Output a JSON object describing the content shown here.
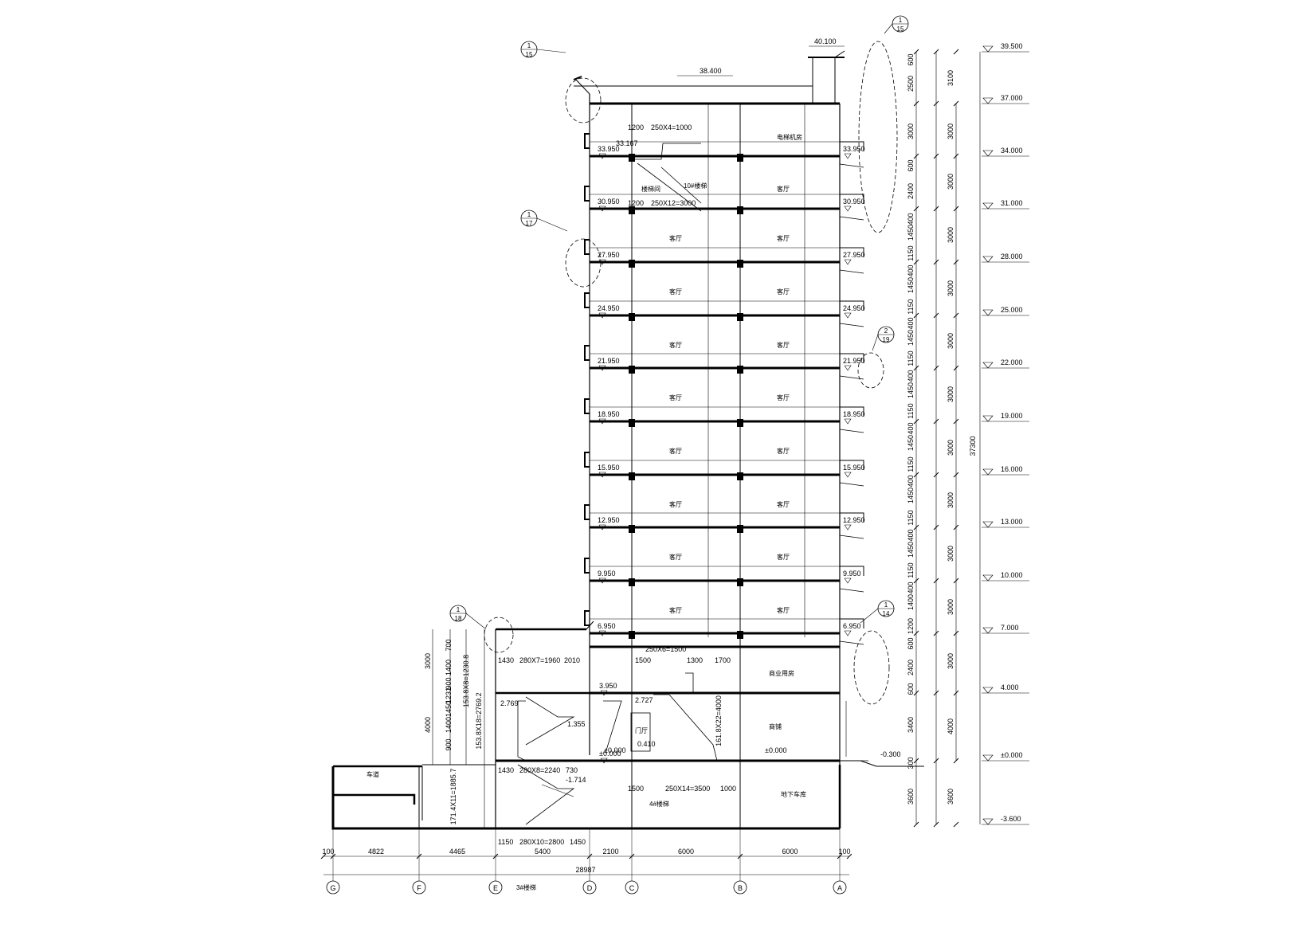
{
  "title_marks": {
    "top_left": {
      "num": "1",
      "den": "15"
    },
    "top_right": {
      "num": "1",
      "den": "15"
    },
    "mid_left": {
      "num": "1",
      "den": "17"
    },
    "right_mid": {
      "num": "2",
      "den": "19"
    },
    "right_low": {
      "num": "1",
      "den": "14"
    },
    "podium": {
      "num": "1",
      "den": "18"
    }
  },
  "top_levels": {
    "parapet": "38.400",
    "tower": "40.100"
  },
  "floors_left": [
    "33.950",
    "30.950",
    "27.950",
    "24.950",
    "21.950",
    "18.950",
    "15.950",
    "12.950",
    "9.950",
    "6.950",
    "3.950",
    "±0.000"
  ],
  "floors_right": [
    "33.950",
    "30.950",
    "27.950",
    "24.950",
    "21.950",
    "18.950",
    "15.950",
    "12.950",
    "9.950",
    "6.950"
  ],
  "right_levels": [
    "39.500",
    "37.000",
    "34.000",
    "31.000",
    "28.000",
    "25.000",
    "22.000",
    "19.000",
    "16.000",
    "13.000",
    "10.000",
    "7.000",
    "4.000",
    "±0.000",
    "-3.600"
  ],
  "dim_col1": [
    "600",
    "2500",
    "3000",
    "600",
    "2400",
    "400",
    "1450",
    "1150",
    "400",
    "1450",
    "1150",
    "400",
    "1450",
    "1150",
    "400",
    "1450",
    "1150",
    "400",
    "1450",
    "1150",
    "400",
    "1450",
    "1150",
    "400",
    "1450",
    "1150",
    "400",
    "1400",
    "1200",
    "600",
    "2400",
    "600",
    "3400",
    "300",
    "3600"
  ],
  "dim_col2": [
    "3100",
    "3000",
    "3000",
    "3000",
    "3000",
    "3000",
    "3000",
    "3000",
    "3000",
    "3000",
    "3000",
    "3000",
    "4000",
    "3600"
  ],
  "total_height": "37300",
  "ground_right": "-0.300",
  "rooms": {
    "roof": "电梯机房",
    "upper_left": "楼梯间",
    "typical": "客厅",
    "floor2": "商业用房",
    "floor1": "商铺",
    "basement": "地下车库",
    "ramp": "车道",
    "lobby": "门厅"
  },
  "stair_dims": {
    "s1": "1200",
    "s2": "250X4=1000",
    "s3": "33.167",
    "s4": "1200",
    "s5": "250X12=3000",
    "s6": "10#楼梯",
    "p1": "1430",
    "p2": "280X7=1960",
    "p3": "2010",
    "p4": "2.769",
    "p5": "1.355",
    "p6": "1430",
    "p7": "280X8=2240",
    "p8": "730",
    "p9": "-1.714",
    "p10": "1150",
    "p11": "280X10=2800",
    "p12": "1450",
    "c1": "1500",
    "c2": "250X6=1500",
    "c3": "1300",
    "c4": "1700",
    "c5": "2.727",
    "c6": "0.410",
    "c7": "1500",
    "c8": "250X14=3500",
    "c9": "1000",
    "c10": "4#楼梯",
    "c11": "3#楼梯",
    "v1": "161.8X22=4000",
    "v2": "153.8X8=1230.8",
    "v3": "153.8X18=2769.2",
    "v4": "171.4X11=1885.7"
  },
  "podium_dims": [
    "700",
    "1400",
    "900",
    "1231",
    "1450",
    "1400",
    "900"
  ],
  "podium_totals": [
    "3000",
    "4000"
  ],
  "bottom_dims": [
    "100",
    "4822",
    "4465",
    "5400",
    "2100",
    "6000",
    "6000",
    "100"
  ],
  "bottom_total": "28987",
  "axes": [
    "G",
    "F",
    "E",
    "D",
    "C",
    "B",
    "A"
  ]
}
